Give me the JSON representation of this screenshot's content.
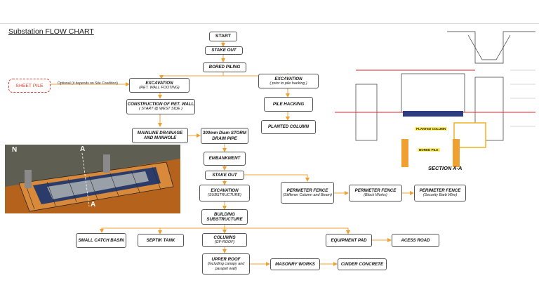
{
  "title": "Substation FLOW CHART",
  "sheet_pile": {
    "label": "SHEET PILE",
    "note": "Optional (it depends on Site Condition)"
  },
  "nodes": {
    "start": "START",
    "stake_out_1": "STAKE OUT",
    "bored_piling": "BORED PILING",
    "excavation_ret_main": "EXCAVATION",
    "excavation_ret_sub": "(RET. WALL FOOTING)",
    "excavation_pile_main": "EXCAVATION",
    "excavation_pile_sub": "( prior to pile hacking )",
    "construction_ret_main": "CONSTRUCTION OF RET. WALL",
    "construction_ret_sub": "( START @ WEST SIDE )",
    "pile_hacking": "PILE HACKING",
    "planted_column": "PLANTED COLUMN",
    "mainline_drainage": "MAINLINE DRAINAGE AND MANHOLE",
    "storm_drain": "300mm Diam STORM DRAIN PIPE",
    "embankment": "EMBANKMENT",
    "stake_out_2": "STAKE OUT",
    "excavation_sub_main": "EXCAVATION",
    "excavation_sub_sub": "(SUBSTRUCTURE)",
    "perimeter_1_main": "PERIMETER FENCE",
    "perimeter_1_sub": "(Stiffener Column and Beam)",
    "perimeter_2_main": "PERIMETER FENCE",
    "perimeter_2_sub": "(Block Works)",
    "perimeter_3_main": "PERIMETER FENCE",
    "perimeter_3_sub": "(Security Barb Wire)",
    "building_structure": "BUILDING SUBSTRUCTURE",
    "small_catch_basin": "SMALL CATCH BASIN",
    "septik_tank": "SEPTIK TANK",
    "columns_main": "COLUMNS",
    "columns_sub": "(GF-ROOF)",
    "equipment_pad": "EQUIPMENT PAD",
    "acess_road": "ACESS ROAD",
    "upper_roof_main": "UPPER ROOF",
    "upper_roof_sub": "(including canopy and parapet wall)",
    "masonry_works": "MASONRY WORKS",
    "cinder_concrete": "CINDER CONCRETE"
  },
  "section_label": "SECTION A-A",
  "drawing_tags": {
    "planted_column": "PLANTED COLUMN",
    "bored_pile": "BORED PILE"
  },
  "render_labels": {
    "north": "N",
    "section_a_top": "A",
    "section_a_bottom": "A"
  },
  "colors": {
    "connector": "#f0a030",
    "sheet_pile": "#e03a2a",
    "box_border": "#555555"
  }
}
